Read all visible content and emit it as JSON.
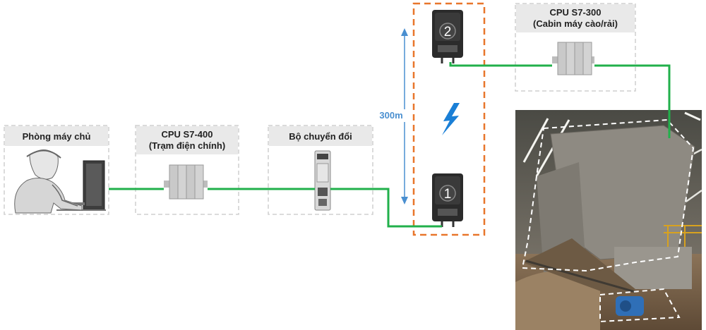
{
  "nodes": {
    "server_room": {
      "title": "Phòng máy chủ"
    },
    "cpu_s7_400": {
      "title_line1": "CPU S7-400",
      "title_line2": "(Trạm điện chính)"
    },
    "converter": {
      "title": "Bộ chuyển đổi"
    },
    "cpu_s7_300": {
      "title_line1": "CPU S7-300",
      "title_line2": "(Cabin máy cào/rải)"
    }
  },
  "radios": {
    "radio_1": {
      "number": "1"
    },
    "radio_2": {
      "number": "2"
    }
  },
  "link": {
    "distance_label": "300m"
  },
  "colors": {
    "cable": "#21b04b",
    "wireless_box": "#e8762b",
    "distance_arrow": "#4a8fd0",
    "lightning": "#1a7fd6",
    "header_bg": "#e9e9e9",
    "dashed_border": "#cfcfcf"
  },
  "icons": {
    "operator": "operator-at-computer-icon",
    "plc": "plc-module-icon",
    "converter": "media-converter-icon",
    "radio": "wireless-radio-icon",
    "wireless": "lightning-bolt-icon",
    "site_photo": "stacker-reclaimer-photo"
  }
}
